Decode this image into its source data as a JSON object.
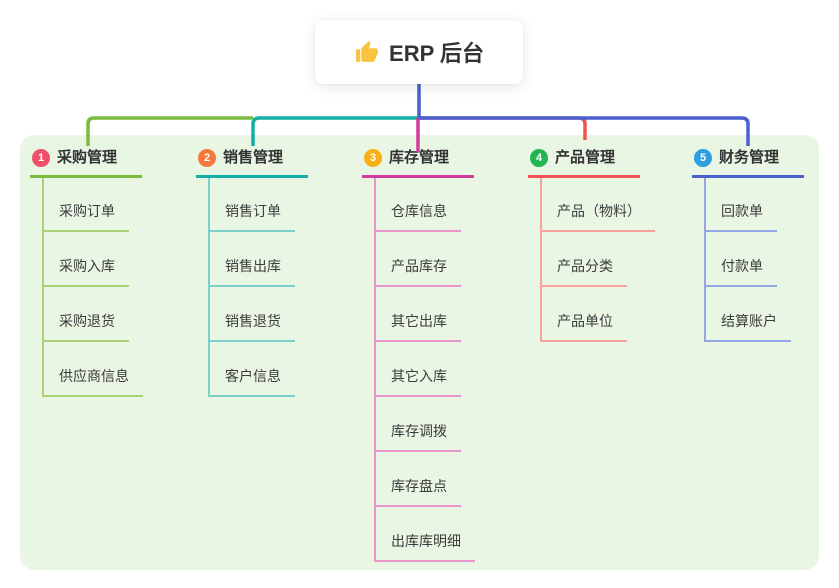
{
  "root": {
    "icon": "thumbs-up-icon",
    "title": "ERP 后台"
  },
  "panel": {
    "background": "#e9f6e4"
  },
  "connector": {
    "trunk_color": "#4a5fd0"
  },
  "branches": [
    {
      "badge": "1",
      "label": "采购管理",
      "color": "#7cb93f",
      "light_color": "#a9d077",
      "badge_color": "#ef5168",
      "children": [
        "采购订单",
        "采购入库",
        "采购退货",
        "供应商信息"
      ]
    },
    {
      "badge": "2",
      "label": "销售管理",
      "color": "#13afa6",
      "light_color": "#7fcfc9",
      "badge_color": "#f4793b",
      "children": [
        "销售订单",
        "销售出库",
        "销售退货",
        "客户信息"
      ]
    },
    {
      "badge": "3",
      "label": "库存管理",
      "color": "#d13ba0",
      "light_color": "#ea96cb",
      "badge_color": "#f9b017",
      "children": [
        "仓库信息",
        "产品库存",
        "其它出库",
        "其它入库",
        "库存调拨",
        "库存盘点",
        "出库库明细"
      ]
    },
    {
      "badge": "4",
      "label": "产品管理",
      "color": "#f05352",
      "light_color": "#f8a19e",
      "badge_color": "#23b553",
      "children": [
        "产品（物料）",
        "产品分类",
        "产品单位"
      ]
    },
    {
      "badge": "5",
      "label": "财务管理",
      "color": "#4a5fd0",
      "light_color": "#93a7e3",
      "badge_color": "#2ca0df",
      "children": [
        "回款单",
        "付款单",
        "结算账户"
      ]
    }
  ]
}
